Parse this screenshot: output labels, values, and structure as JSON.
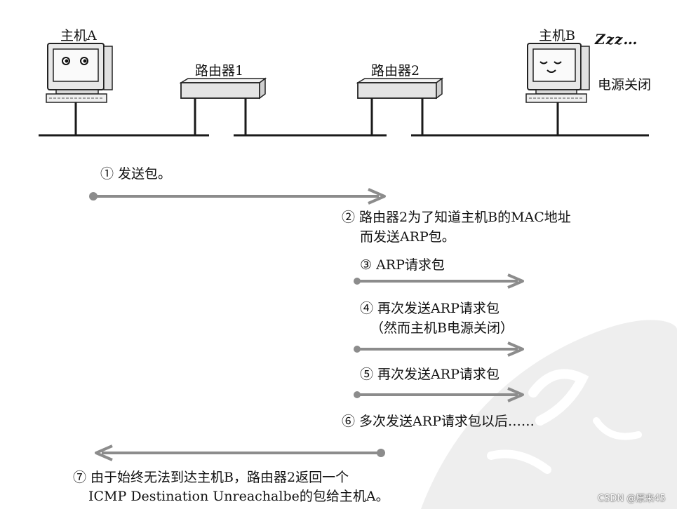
{
  "nodes": {
    "host_a": "主机A",
    "router_1": "路由器1",
    "router_2": "路由器2",
    "host_b": "主机B",
    "sleep": "Zzz…",
    "power_off": "电源关闭"
  },
  "steps": {
    "s1": "① 发送包。",
    "s2_line1": "② 路由器2为了知道主机B的MAC地址",
    "s2_line2": "而发送ARP包。",
    "s3": "③ ARP请求包",
    "s4_line1": "④ 再次发送ARP请求包",
    "s4_line2": "（然而主机B电源关闭）",
    "s5": "⑤ 再次发送ARP请求包",
    "s6": "⑥ 多次发送ARP请求包以后……",
    "s7_line1": "⑦ 由于始终无法到达主机B，路由器2返回一个",
    "s7_line2": "ICMP Destination Unreachalbe的包给主机A。"
  },
  "watermark": "CSDN @原来45",
  "colors": {
    "arrow": "#8c8c8c",
    "line": "#1a1a1a",
    "device": "#e6e6e6",
    "seal": "#ededed"
  }
}
